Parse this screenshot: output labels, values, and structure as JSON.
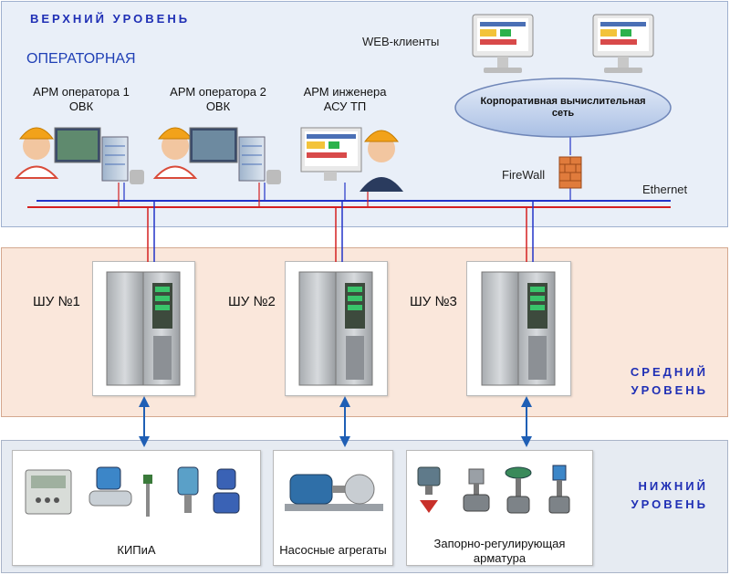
{
  "colors": {
    "top_bg": "#e9eff8",
    "mid_bg": "#fae7db",
    "bottom_bg": "#e6ebf2",
    "level_title": "#1f2fb5",
    "net_red": "#d42020",
    "net_blue": "#2233c8",
    "arrow_blue": "#1f5fb5"
  },
  "top_level": {
    "title": "ВЕРХНИЙ УРОВЕНЬ",
    "operator_room": "ОПЕРАТОРНАЯ",
    "workstations": [
      {
        "line1": "АРМ оператора 1",
        "line2": "ОВК"
      },
      {
        "line1": "АРМ оператора 2",
        "line2": "ОВК"
      },
      {
        "line1": "АРМ инженера",
        "line2": "АСУ ТП"
      }
    ],
    "web_clients": "WEB-клиенты",
    "corp_network": {
      "line1": "Корпоративная вычислительная",
      "line2": "сеть"
    },
    "firewall": "FireWall",
    "ethernet": "Ethernet"
  },
  "middle_level": {
    "title_line1": "СРЕДНИЙ",
    "title_line2": "УРОВЕНЬ",
    "cabinets": [
      "ШУ №1",
      "ШУ №2",
      "ШУ №3"
    ]
  },
  "bottom_level": {
    "title_line1": "НИЖНИЙ",
    "title_line2": "УРОВЕНЬ",
    "groups": [
      {
        "line1": "КИПиА",
        "line2": ""
      },
      {
        "line1": "Насосные агрегаты",
        "line2": ""
      },
      {
        "line1": "Запорно-регулирующая",
        "line2": "арматура"
      }
    ]
  }
}
